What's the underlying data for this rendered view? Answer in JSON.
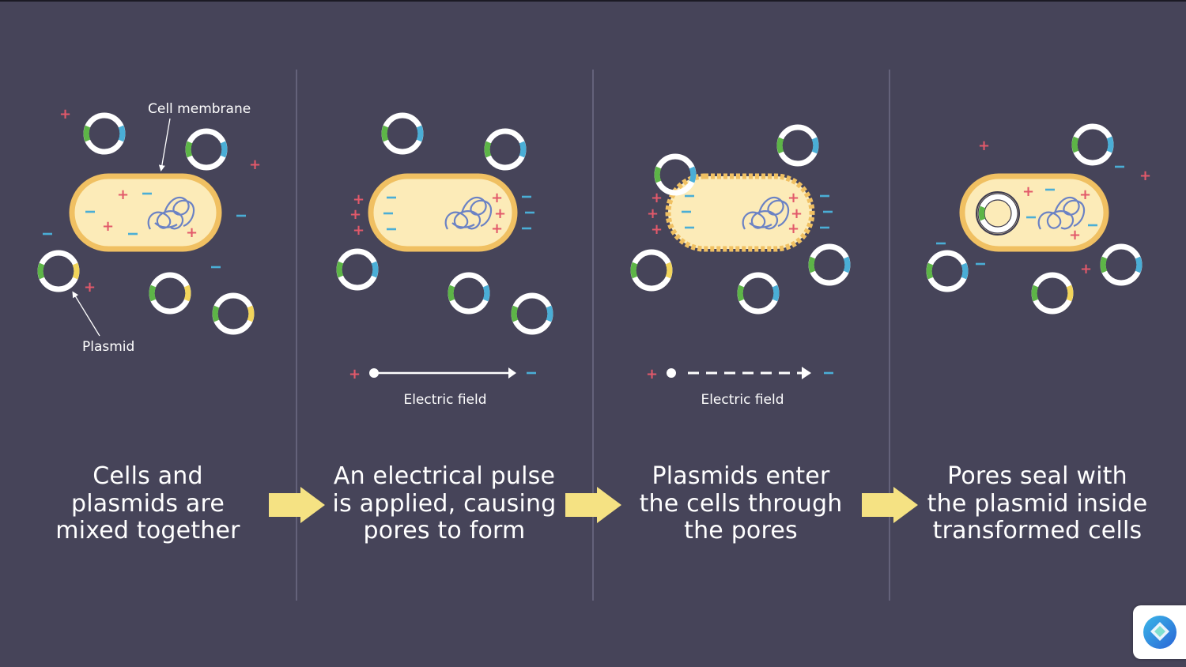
{
  "labels": {
    "cell_membrane": "Cell membrane",
    "plasmid": "Plasmid",
    "electric_field_1": "Electric field",
    "electric_field_2": "Electric field"
  },
  "steps": [
    {
      "lines": [
        "Cells and",
        "plasmids are",
        "mixed together"
      ]
    },
    {
      "lines": [
        "An electrical pulse",
        "is applied, causing",
        "pores to form"
      ]
    },
    {
      "lines": [
        "Plasmids enter",
        "the cells through",
        "the pores"
      ]
    },
    {
      "lines": [
        "Pores seal with",
        "the plasmid inside",
        "transformed cells"
      ]
    }
  ],
  "colors": {
    "background": "#464459",
    "cell_fill": "#fcebb8",
    "cell_membrane": "#f0c062",
    "plasmid": "#ffffff",
    "plasmid_marker_green": "#5db547",
    "plasmid_marker_blue": "#4aaed6",
    "plasmid_marker_yellow": "#f2d55b",
    "dna": "#6b82c4",
    "positive_charge": "#e2596a",
    "negative_charge": "#4aaed6",
    "arrow": "#f5e283",
    "divider": "#6e6c85"
  }
}
